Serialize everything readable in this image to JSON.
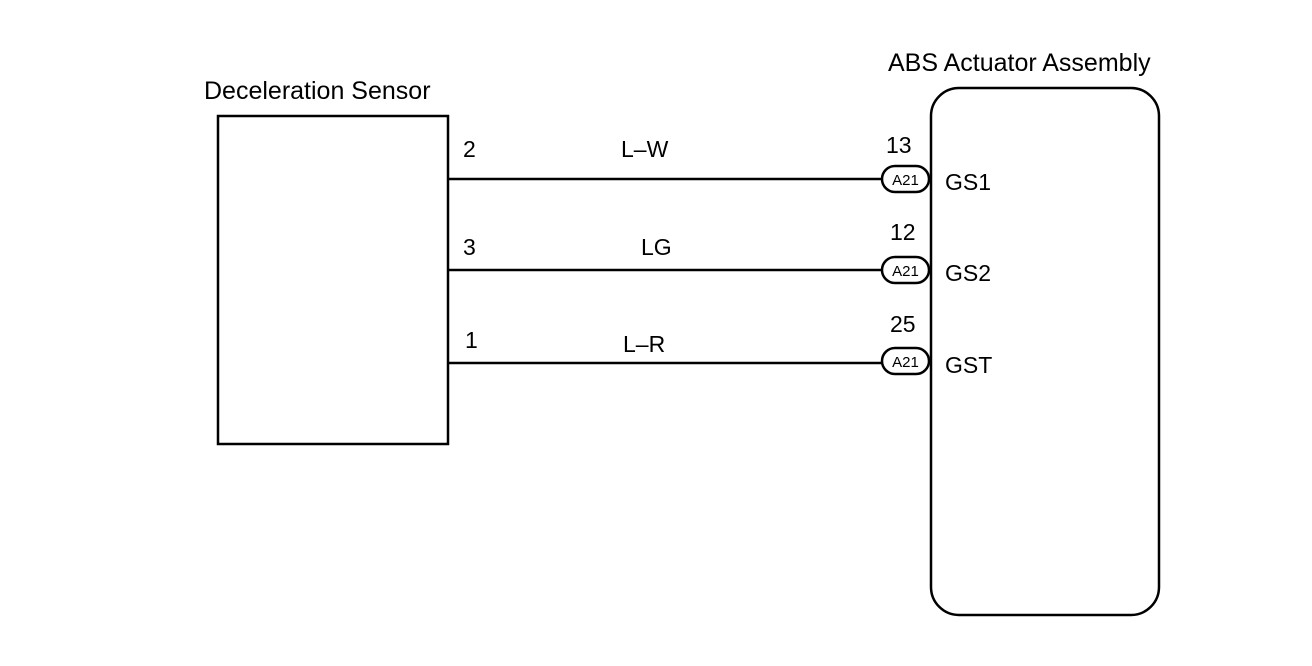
{
  "sensor": {
    "title": "Deceleration Sensor"
  },
  "actuator": {
    "title": "ABS Actuator Assembly"
  },
  "circuits": [
    {
      "sensor_pin": "2",
      "wire_color": "L–W",
      "actuator_pin": "13",
      "connector": "A21",
      "terminal": "GS1"
    },
    {
      "sensor_pin": "3",
      "wire_color": "LG",
      "actuator_pin": "12",
      "connector": "A21",
      "terminal": "GS2"
    },
    {
      "sensor_pin": "1",
      "wire_color": "L–R",
      "actuator_pin": "25",
      "connector": "A21",
      "terminal": "GST"
    }
  ]
}
